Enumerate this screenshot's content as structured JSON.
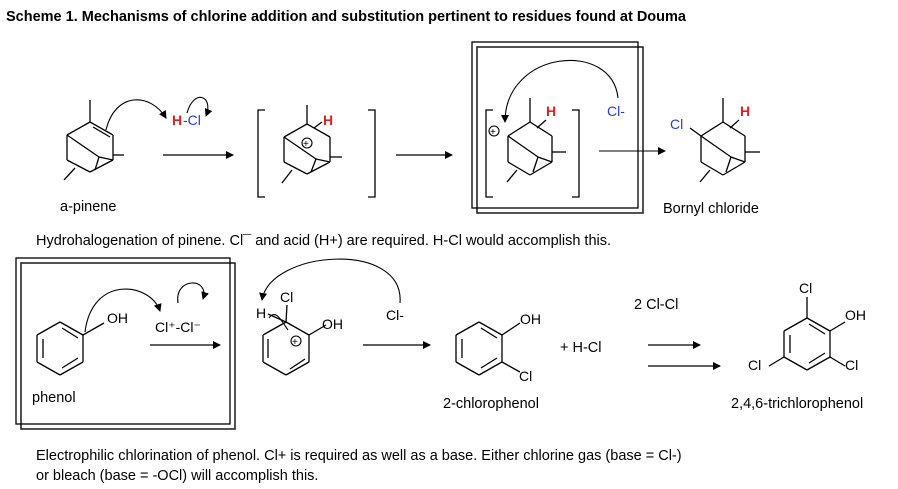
{
  "title": "Scheme 1. Mechanisms of chlorine addition and substitution pertinent to residues found at Douma",
  "row1": {
    "reagent_h": "H",
    "reagent_dash_cl": "-Cl",
    "label_apinene": "a-pinene",
    "cation1_h": "H",
    "cation2_h": "H",
    "chloride_ion": "Cl-",
    "product_cl": "Cl",
    "product_h": "H",
    "label_bornyl": "Bornyl chloride",
    "caption": "Hydrohalogenation of pinene. Cl¯ and acid (H+) are required. H-Cl would accomplish this."
  },
  "row2": {
    "phenol_oh": "OH",
    "label_phenol": "phenol",
    "reagent_cl_plus": "Cl⁺-Cl⁻",
    "inter_h": "H",
    "inter_cl": "Cl",
    "inter_oh": "OH",
    "chloride_ion": "Cl-",
    "chlorophenol_oh": "OH",
    "chlorophenol_cl": "Cl",
    "label_2chlorophenol": "2-chlorophenol",
    "plus_hcl": "+ H-Cl",
    "reagent_2clcl": "2 Cl-Cl",
    "tri_cl_top": "Cl",
    "tri_oh": "OH",
    "tri_cl_left": "Cl",
    "tri_cl_right": "Cl",
    "label_tcp": "2,4,6-trichlorophenol",
    "caption_line1": "Electrophilic chlorination of phenol. Cl+ is required as well as a base.  Either chlorine gas (base = Cl-)",
    "caption_line2": "or bleach (base = -OCl) will accomplish this."
  },
  "colors": {
    "chlorine_blue": "#1f3fd8",
    "hydrogen_red": "#e02020"
  }
}
